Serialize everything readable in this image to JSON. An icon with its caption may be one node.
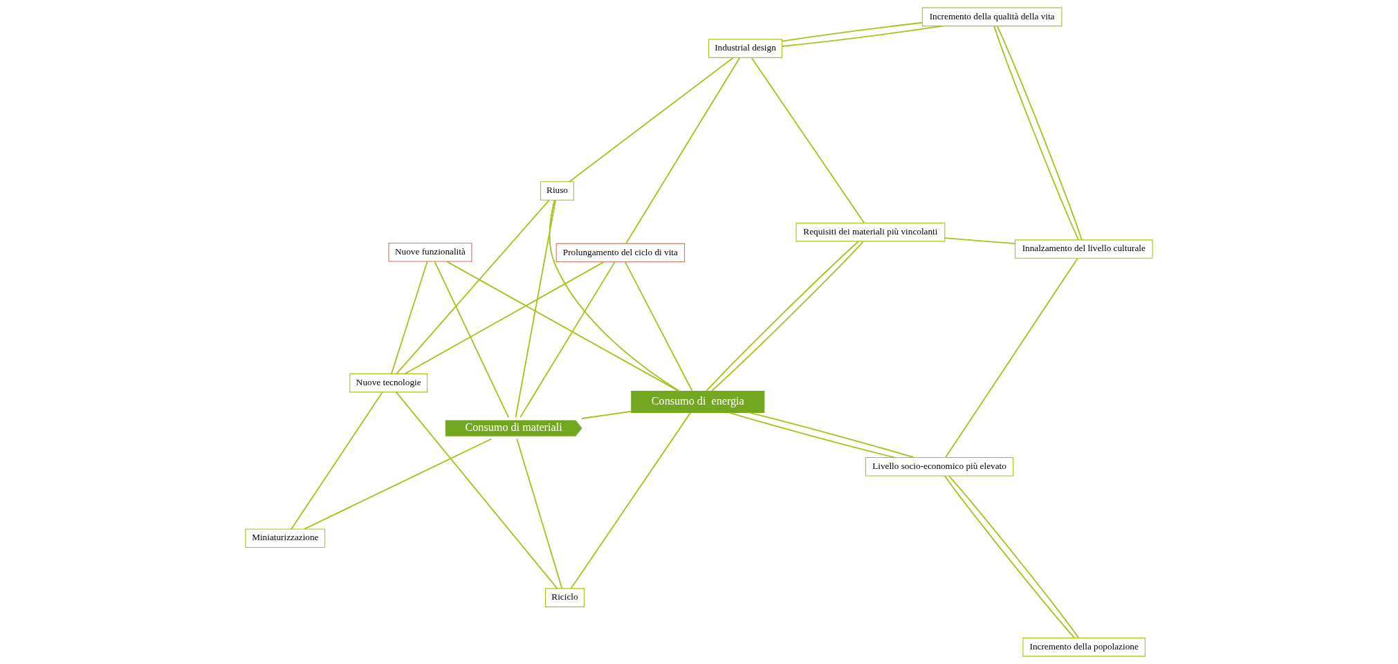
{
  "diagram": {
    "nodes": [
      {
        "text": [
          "Nuove tecnologie"
        ]
      },
      {
        "text": [
          "Industrial design"
        ]
      },
      {
        "text": [
          "Requisiti dei materiali più vincolanti"
        ]
      },
      {
        "text": [
          "Riuso"
        ]
      },
      {
        "text": [
          "Prolungamento del ciclo di vita"
        ]
      },
      {
        "text": [
          "Incremento della qualità della vita"
        ]
      },
      {
        "text": [
          "Consumo di materiali"
        ]
      },
      {
        "text": [
          "Consumo di  energia"
        ]
      },
      {
        "text": [
          "Miniaturizzazione"
        ]
      },
      {
        "text": [
          "Innalzamento del livello culturale"
        ]
      },
      {
        "text": [
          "Livello socio-economico più elevato"
        ]
      },
      {
        "text": [
          "Nuove funzionalità"
        ]
      },
      {
        "text": [
          "Riciclo"
        ]
      },
      {
        "text": [
          "Incremento della popolazione"
        ]
      }
    ],
    "edges": [
      {
        "from": 6,
        "to": 7,
        "arrow": "none"
      },
      {
        "from": 0,
        "to": 4,
        "arrow": "none"
      },
      {
        "from": 0,
        "to": 3,
        "arrow": "none"
      },
      {
        "from": 0,
        "to": 8,
        "arrow": "none"
      },
      {
        "from": 0,
        "to": 12,
        "arrow": "none"
      },
      {
        "from": 0,
        "to": 11,
        "arrow": "none"
      },
      {
        "from": 1,
        "to": 4,
        "arrow": "none"
      },
      {
        "from": 1,
        "to": 3,
        "arrow": "none"
      },
      {
        "from": 1,
        "to": 2,
        "arrow": "none"
      },
      {
        "from": 1,
        "to": 5,
        "arrow": "none"
      },
      {
        "from": 1,
        "to": 5,
        "arrow": "none"
      },
      {
        "from": 3,
        "to": 6,
        "arrow": "none"
      },
      {
        "from": 3,
        "to": 7,
        "arrow": "none"
      },
      {
        "from": 4,
        "to": 6,
        "arrow": "none"
      },
      {
        "from": 4,
        "to": 7,
        "arrow": "none"
      },
      {
        "from": 2,
        "to": 7,
        "arrow": "none"
      },
      {
        "from": 2,
        "to": 7,
        "arrow": "none"
      },
      {
        "from": 2,
        "to": 9,
        "arrow": "none"
      },
      {
        "from": 5,
        "to": 9,
        "arrow": "none"
      },
      {
        "from": 5,
        "to": 9,
        "arrow": "none"
      },
      {
        "from": 8,
        "to": 6,
        "arrow": "none"
      },
      {
        "from": 6,
        "to": 11,
        "arrow": "none"
      },
      {
        "from": 6,
        "to": 12,
        "arrow": "none"
      },
      {
        "from": 12,
        "to": 7,
        "arrow": "none"
      },
      {
        "from": 11,
        "to": 7,
        "arrow": "none"
      },
      {
        "from": 7,
        "to": 10,
        "arrow": "none"
      },
      {
        "from": 7,
        "to": 10,
        "arrow": "none"
      },
      {
        "from": 9,
        "to": 10,
        "arrow": "none"
      },
      {
        "from": 10,
        "to": 13,
        "arrow": "none"
      },
      {
        "from": 10,
        "to": 13,
        "arrow": "none"
      }
    ]
  }
}
